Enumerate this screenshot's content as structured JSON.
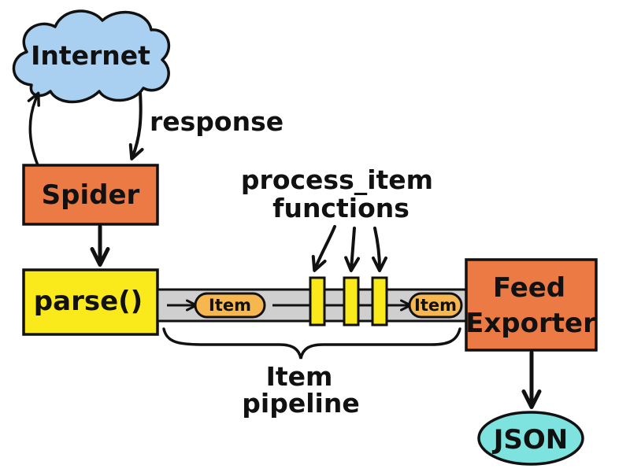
{
  "nodes": {
    "internet": "Internet",
    "spider": "Spider",
    "parse": "parse()",
    "feed_exporter_line1": "Feed",
    "feed_exporter_line2": "Exporter",
    "json": "JSON"
  },
  "edges": {
    "response": "response"
  },
  "pipeline": {
    "item_in": "Item",
    "item_out": "Item",
    "label_line1": "Item",
    "label_line2": "pipeline",
    "functions_line1": "process_item",
    "functions_line2": "functions"
  },
  "colors": {
    "cloud": "#a9d0f0",
    "box_orange": "#ec7a45",
    "box_yellow": "#fbea1b",
    "item_pill": "#f7b750",
    "pipe": "#cfcfcf",
    "gate": "#fbea1b",
    "json_ellipse": "#7ee3de",
    "ink": "#111111"
  }
}
